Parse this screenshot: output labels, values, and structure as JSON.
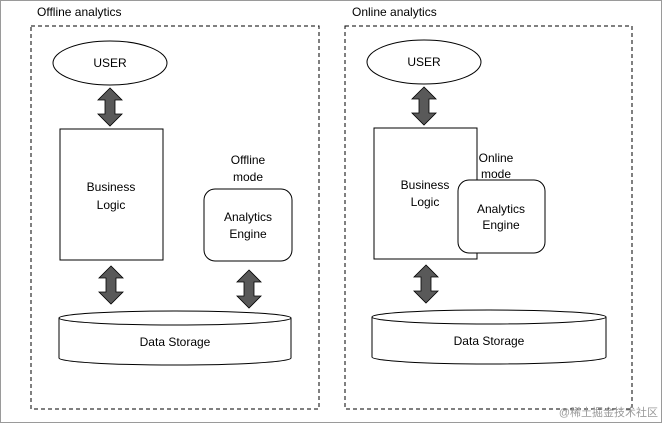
{
  "panels": {
    "offline": {
      "title": "Offline analytics",
      "user": "USER",
      "business": [
        "Business",
        "Logic"
      ],
      "mode": [
        "Offline",
        "mode"
      ],
      "engine": [
        "Analytics",
        "Engine"
      ],
      "storage": "Data Storage"
    },
    "online": {
      "title": "Online analytics",
      "user": "USER",
      "business": [
        "Business",
        "Logic"
      ],
      "mode": [
        "Online",
        "mode"
      ],
      "engine": [
        "Analytics",
        "Engine"
      ],
      "storage": "Data Storage"
    }
  },
  "watermark": "@稀土掘金技术社区",
  "colors": {
    "line": "#000000",
    "arrow_fill": "#595959",
    "background": "#ffffff",
    "watermark": "#9a9a9a"
  }
}
